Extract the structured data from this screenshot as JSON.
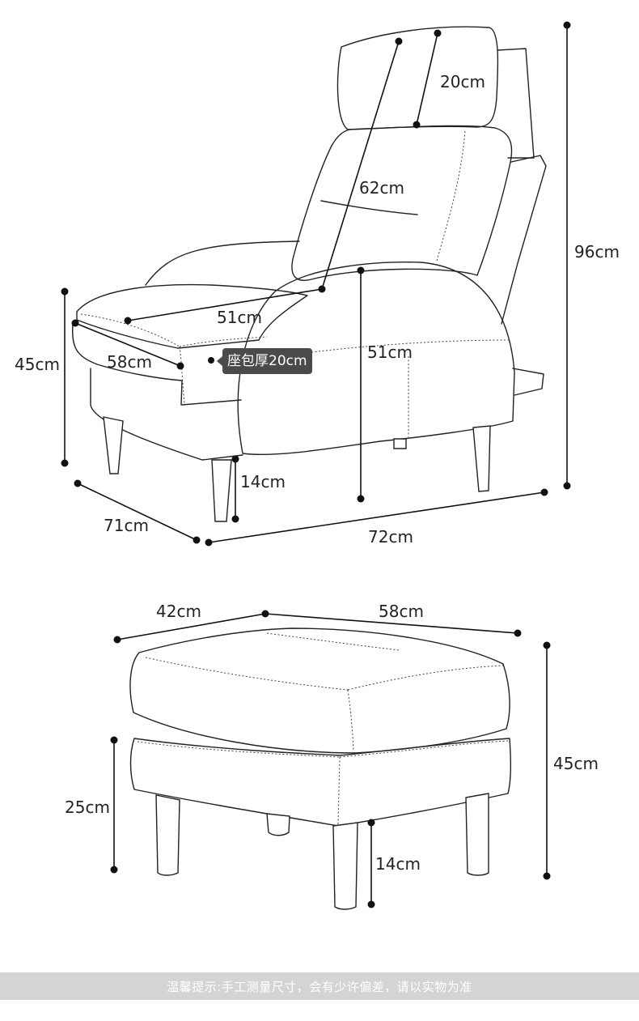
{
  "chair": {
    "headrest_height": "20cm",
    "backrest_length": "62cm",
    "overall_height": "96cm",
    "seat_depth": "51cm",
    "arm_height": "51cm",
    "seat_height": "45cm",
    "seat_width": "58cm",
    "cushion_callout": "座包厚20cm",
    "leg_height": "14cm",
    "base_depth": "71cm",
    "base_width": "72cm"
  },
  "ottoman": {
    "depth": "42cm",
    "width": "58cm",
    "total_height": "45cm",
    "base_height": "25cm",
    "leg_height": "14cm"
  },
  "notice": "温馨提示:手工测量尺寸，会有少许偏差，请以实物为准",
  "colors": {
    "line": "#222222",
    "notice_bar": "#d4d4d4",
    "callout_bg": "#4a4a4a"
  }
}
